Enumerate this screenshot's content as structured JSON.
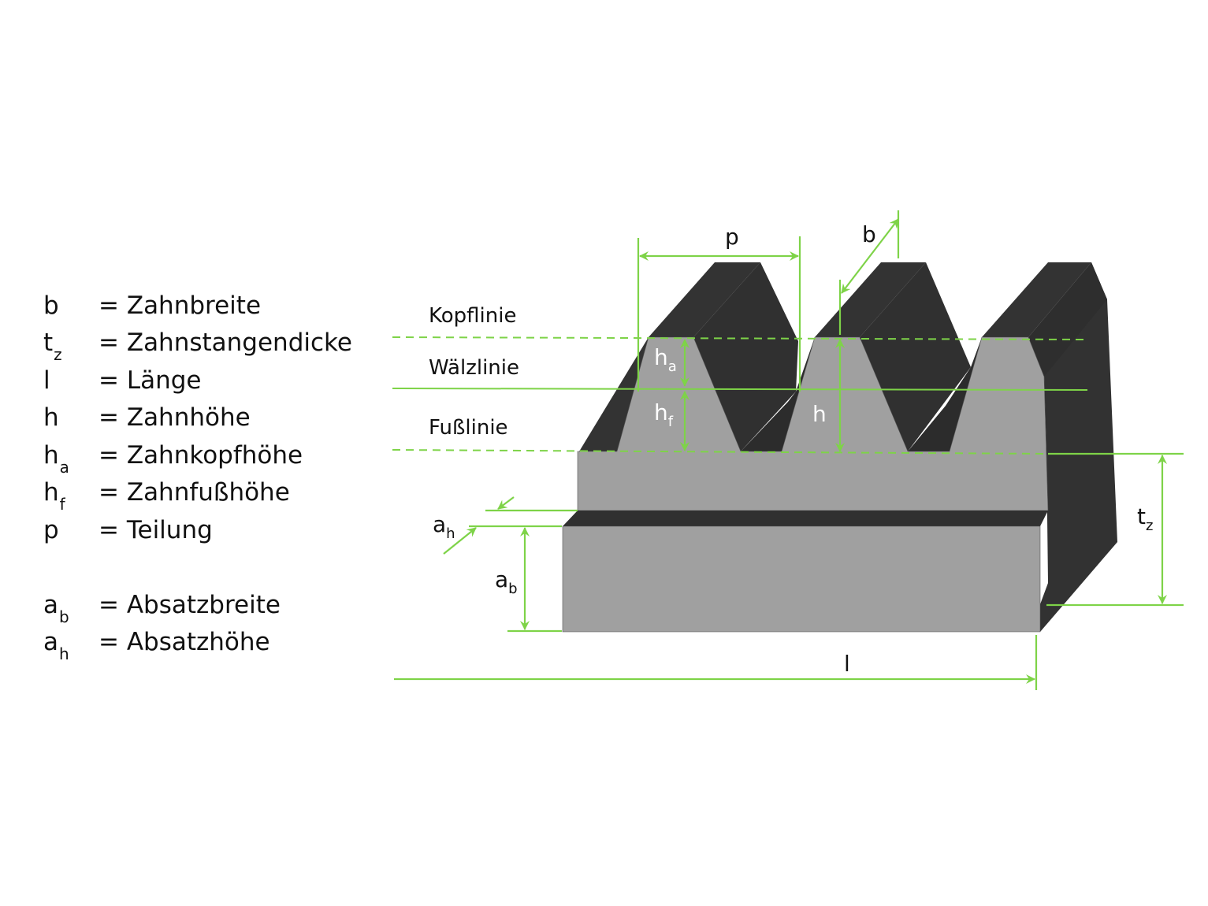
{
  "colors": {
    "accent_green": "#7ed348",
    "tooth_front": "#a0a0a0",
    "tooth_dark": "#323232",
    "tooth_dark_top": "#2b2b2b",
    "text": "#111111",
    "label_on_part": "#ffffff"
  },
  "legend": {
    "groups": [
      {
        "items": [
          {
            "symbol": "b",
            "sub": "",
            "definition": "= Zahnbreite"
          },
          {
            "symbol": "t",
            "sub": "z",
            "definition": "= Zahnstangendicke"
          },
          {
            "symbol": "l",
            "sub": "",
            "definition": "= Länge"
          },
          {
            "symbol": "h",
            "sub": "",
            "definition": "= Zahnhöhe"
          },
          {
            "symbol": "h",
            "sub": "a",
            "definition": "= Zahnkopfhöhe"
          },
          {
            "symbol": "h",
            "sub": "f",
            "definition": "= Zahnfußhöhe"
          },
          {
            "symbol": "p",
            "sub": "",
            "definition": "= Teilung"
          }
        ]
      },
      {
        "items": [
          {
            "symbol": "a",
            "sub": "b",
            "definition": "= Absatzbreite"
          },
          {
            "symbol": "a",
            "sub": "h",
            "definition": "= Absatzhöhe"
          }
        ]
      }
    ]
  },
  "lines": {
    "kopflinie": "Kopflinie",
    "waelzlinie": "Wälzlinie",
    "fusslinie": "Fußlinie"
  },
  "dimensions": {
    "p": {
      "symbol": "p",
      "sub": ""
    },
    "b": {
      "symbol": "b",
      "sub": ""
    },
    "h": {
      "symbol": "h",
      "sub": ""
    },
    "ha": {
      "symbol": "h",
      "sub": "a"
    },
    "hf": {
      "symbol": "h",
      "sub": "f"
    },
    "tz": {
      "symbol": "t",
      "sub": "z"
    },
    "ah": {
      "symbol": "a",
      "sub": "h"
    },
    "ab": {
      "symbol": "a",
      "sub": "b"
    },
    "l": {
      "symbol": "l",
      "sub": ""
    }
  }
}
